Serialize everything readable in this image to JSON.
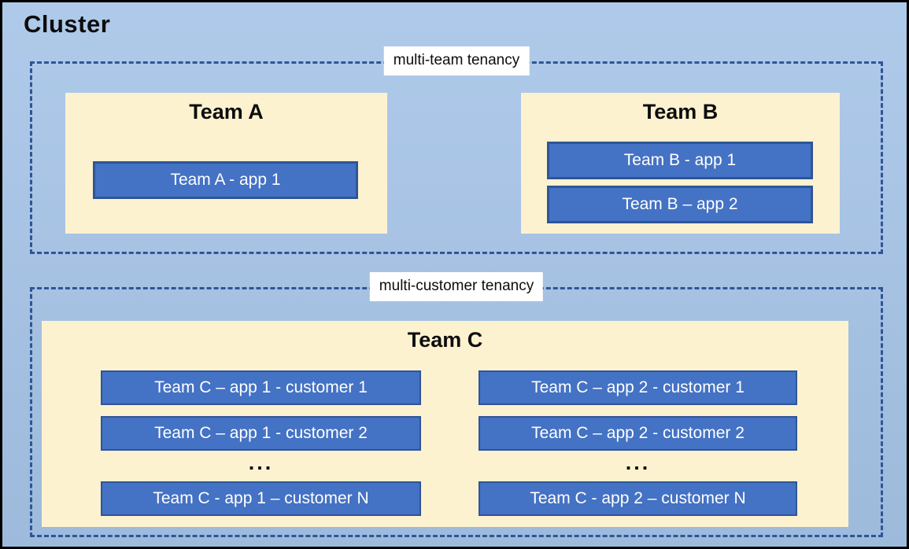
{
  "cluster": {
    "title": "Cluster"
  },
  "zone1": {
    "label": "multi-team tenancy",
    "teamA": {
      "title": "Team A",
      "app1": "Team A - app 1"
    },
    "teamB": {
      "title": "Team B",
      "app1": "Team B - app 1",
      "app2": "Team B – app 2"
    }
  },
  "zone2": {
    "label": "multi-customer tenancy",
    "teamC": {
      "title": "Team C",
      "col1": {
        "row1": "Team C – app 1 - customer 1",
        "row2": "Team C – app 1 - customer 2",
        "ellipsis": "...",
        "rowN": "Team C - app 1 – customer N"
      },
      "col2": {
        "row1": "Team C – app 2 - customer 1",
        "row2": "Team C – app 2 - customer 2",
        "ellipsis": "...",
        "rowN": "Team C - app 2 – customer N"
      }
    }
  },
  "colors": {
    "canvas_bg": "#a6c4e7",
    "panel_bg": "#fdf2d0",
    "app_fill": "#4472c4",
    "app_border": "#2f5597",
    "dashed_border": "#2f5597",
    "outer_border": "#000000",
    "app_text": "#ffffff",
    "title_text": "#0d0d0d",
    "label_bg": "#ffffff"
  }
}
